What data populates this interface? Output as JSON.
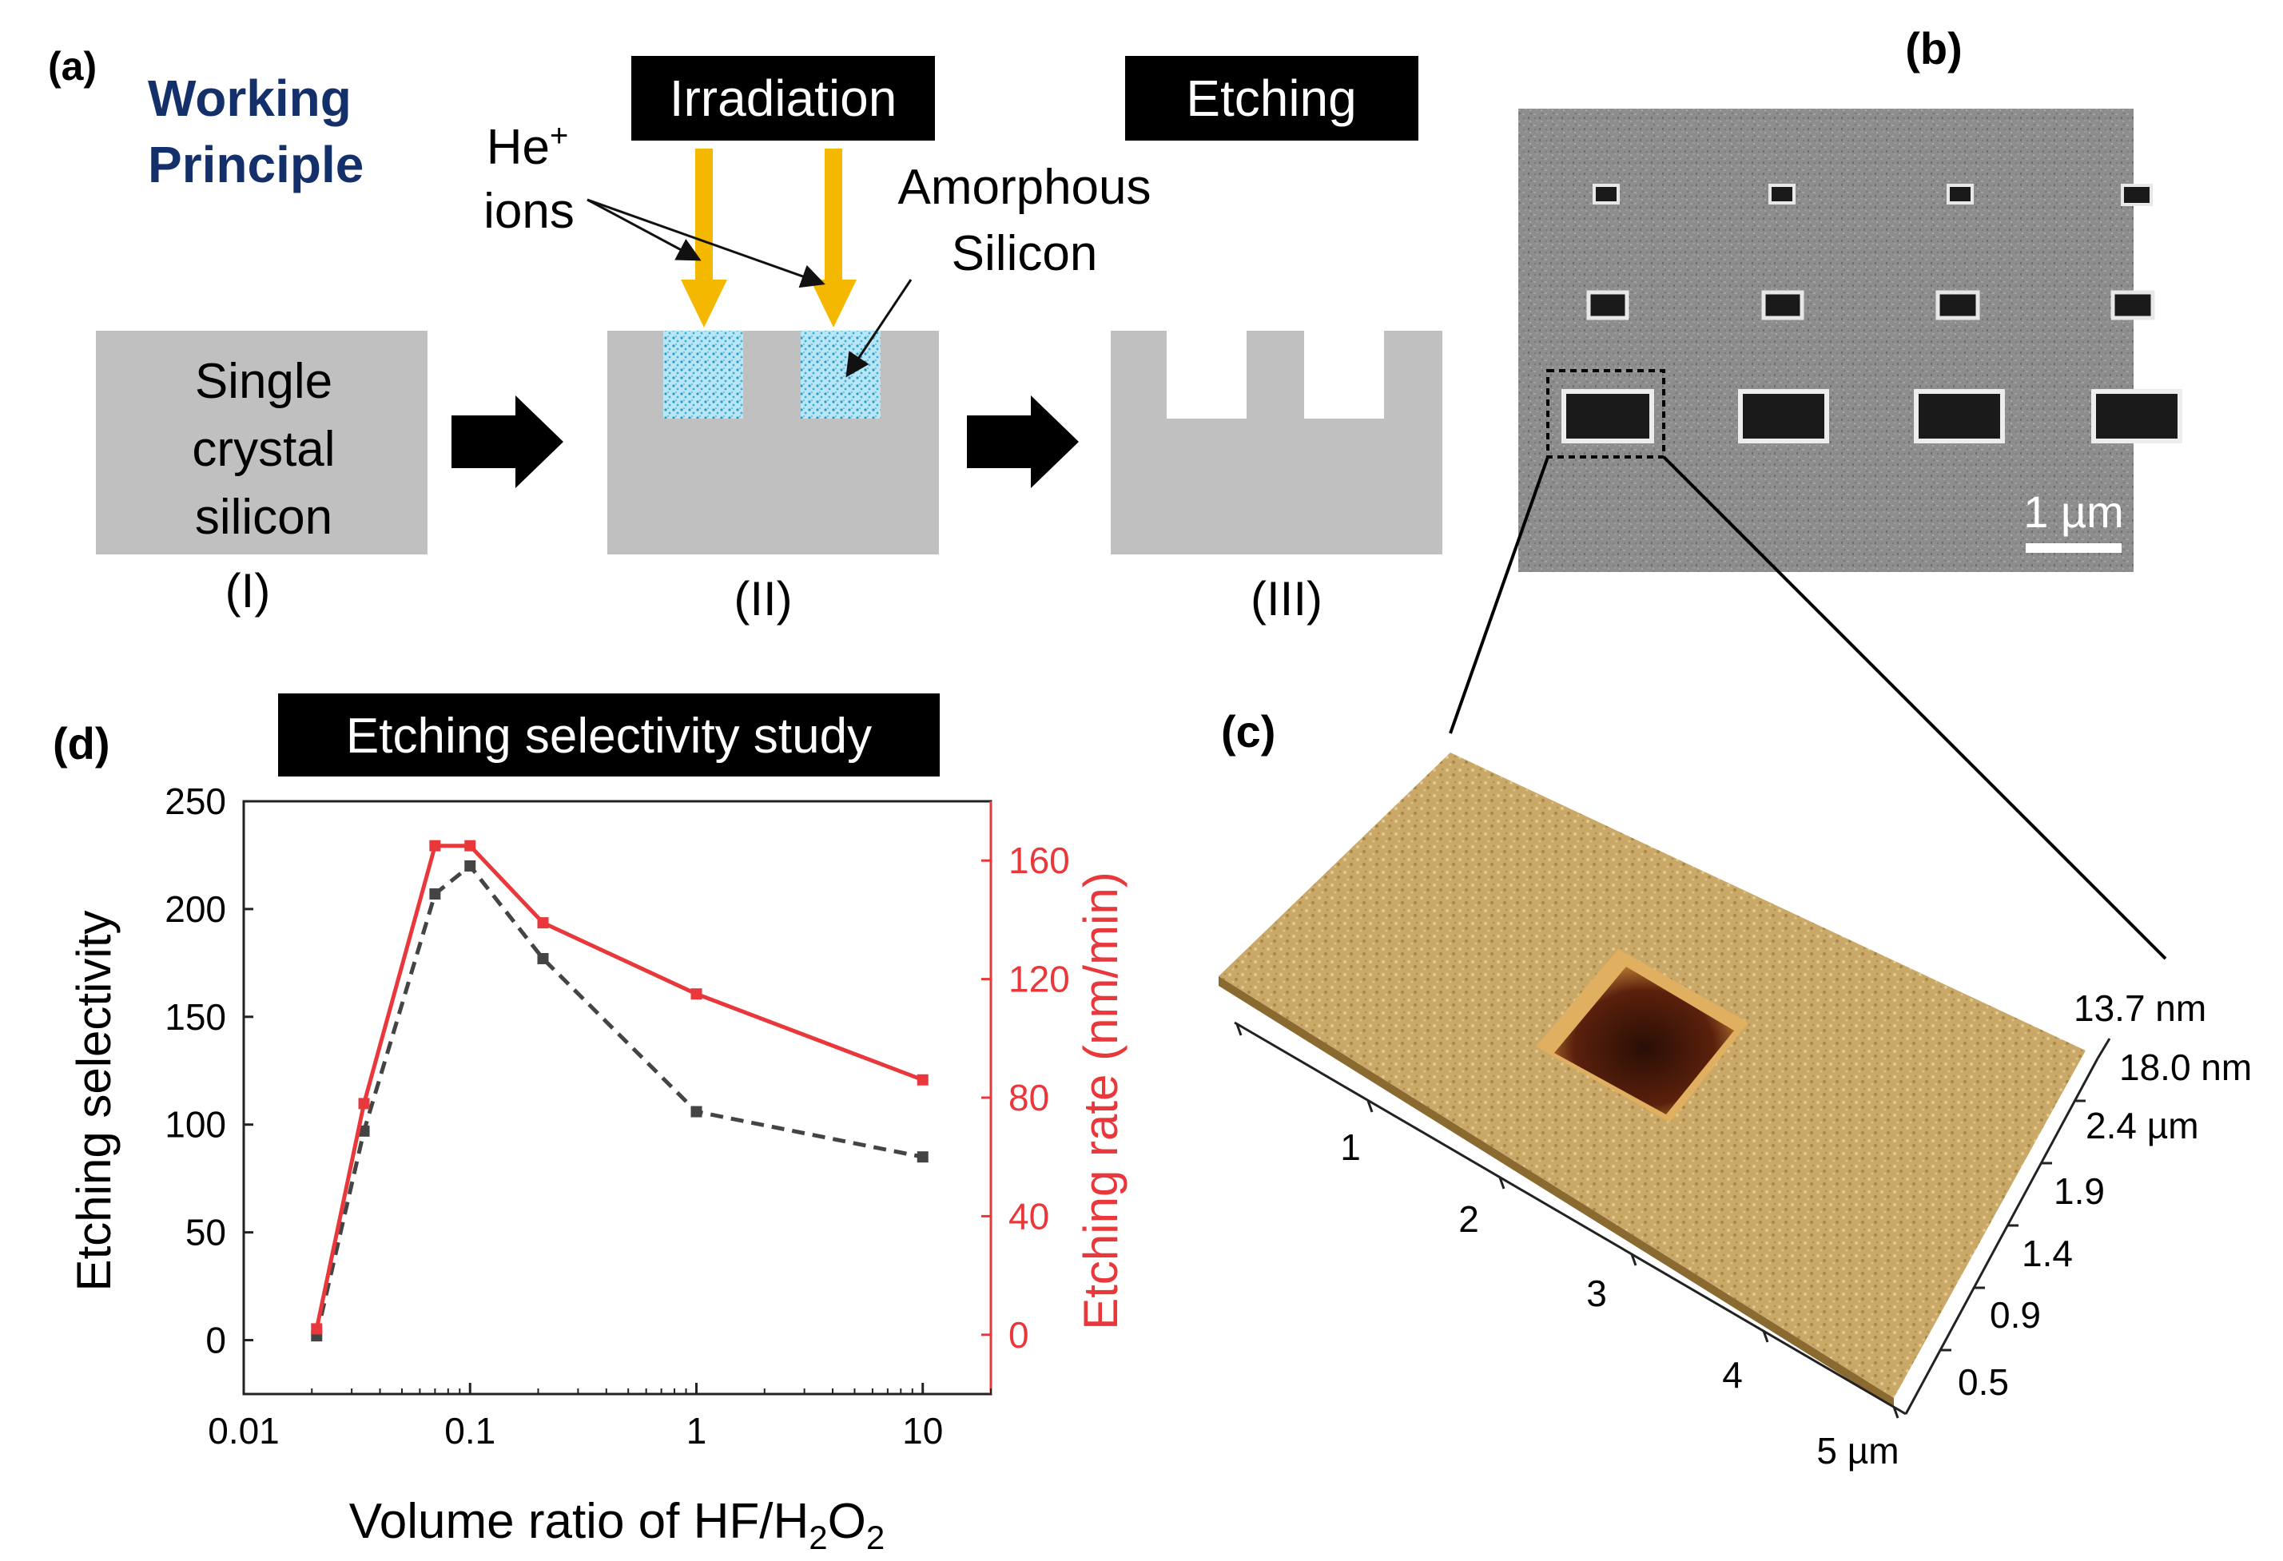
{
  "panel_a": {
    "label": "(a)",
    "heading": [
      "Working",
      "Principle"
    ],
    "heading_color": "#14306b",
    "irradiation_label": "Irradiation",
    "etching_label": "Etching",
    "ions_label": [
      "He+",
      "ions"
    ],
    "amorphous_label": [
      "Amorphous",
      "Silicon"
    ],
    "substrate_label": [
      "Single",
      "crystal",
      "silicon"
    ],
    "step_labels": [
      "(I)",
      "(II)",
      "(III)"
    ],
    "beam_color": "#f5b800",
    "silicon_color": "#c0c0c0",
    "amorphous_color": "#8fd6ec"
  },
  "panel_b": {
    "label": "(b)",
    "scale_bar": "1 µm",
    "holes": [
      {
        "row": 1,
        "count": 4,
        "relative_size": "small"
      },
      {
        "row": 2,
        "count": 4,
        "relative_size": "medium"
      },
      {
        "row": 3,
        "count": 4,
        "relative_size": "large"
      }
    ]
  },
  "panel_c": {
    "label": "(c)",
    "x_ticks": [
      "1",
      "2",
      "3",
      "4",
      "5 µm"
    ],
    "y_ticks": [
      "0.5",
      "0.9",
      "1.4",
      "1.9",
      "2.4 µm"
    ],
    "z_labels": [
      "13.7 nm",
      "18.0 nm"
    ],
    "surface_color": "#c9a868",
    "pit_color": "#4a1a0a"
  },
  "panel_d": {
    "label": "(d)",
    "title": "Etching selectivity study",
    "xlabel_prefix": "Volume ratio of HF/H",
    "xlabel_sub1": "2",
    "xlabel_mid": "O",
    "xlabel_sub2": "2",
    "ylabel_left": "Etching selectivity",
    "ylabel_right": "Etching rate (nm/min)",
    "x_tick_labels": [
      "0.01",
      "0.1",
      "1",
      "10"
    ],
    "y_left_tick_labels": [
      "0",
      "50",
      "100",
      "150",
      "200",
      "250"
    ],
    "y_right_tick_labels": [
      "0",
      "40",
      "80",
      "120",
      "160"
    ]
  },
  "chart_data": {
    "type": "line",
    "title": "Etching selectivity study",
    "xlabel": "Volume ratio of HF/H2O2",
    "ylabel": "Etching selectivity",
    "y2label": "Etching rate (nm/min)",
    "xscale": "log",
    "xlim": [
      0.01,
      20
    ],
    "ylim": [
      -25,
      250
    ],
    "y2lim": [
      -20,
      180
    ],
    "x": [
      0.021,
      0.034,
      0.07,
      0.1,
      0.21,
      1.0,
      10.0
    ],
    "series": [
      {
        "axis": "left",
        "color": "#444444",
        "style": "dashed",
        "marker": "square",
        "values": [
          2,
          97,
          207,
          220,
          177,
          106,
          85
        ]
      },
      {
        "axis": "right",
        "color": "#e8383b",
        "style": "solid",
        "marker": "square",
        "values": [
          2,
          78,
          165,
          165,
          139,
          115,
          86
        ]
      }
    ]
  }
}
